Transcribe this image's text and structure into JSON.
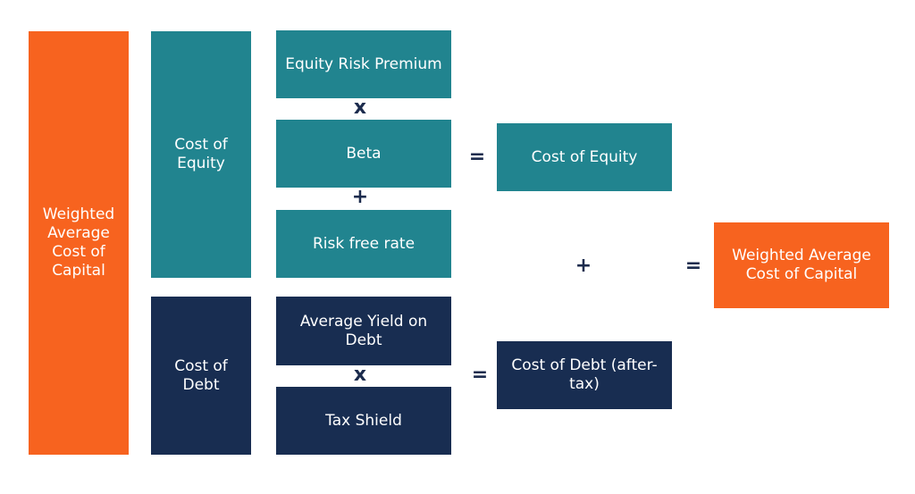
{
  "wacc_label": "Weighted\nAverage\nCost of\nCapital",
  "cost_of_equity": {
    "label": "Cost of\nEquity",
    "components": {
      "equity_risk_premium": "Equity Risk Premium",
      "beta": "Beta",
      "risk_free_rate": "Risk free rate"
    },
    "ops": {
      "multiply": "x",
      "plus": "+",
      "equals": "="
    },
    "result": "Cost of Equity"
  },
  "cost_of_debt": {
    "label": "Cost of\nDebt",
    "components": {
      "average_yield": "Average Yield on\nDebt",
      "tax_shield": "Tax Shield"
    },
    "ops": {
      "multiply": "x",
      "equals": "="
    },
    "result": "Cost of Debt (after-\ntax)"
  },
  "final": {
    "plus": "+",
    "equals": "=",
    "result": "Weighted Average\nCost of Capital"
  },
  "colors": {
    "orange": "#f7631f",
    "teal": "#21848f",
    "navy": "#182d51",
    "operator": "#1c2b4d"
  }
}
